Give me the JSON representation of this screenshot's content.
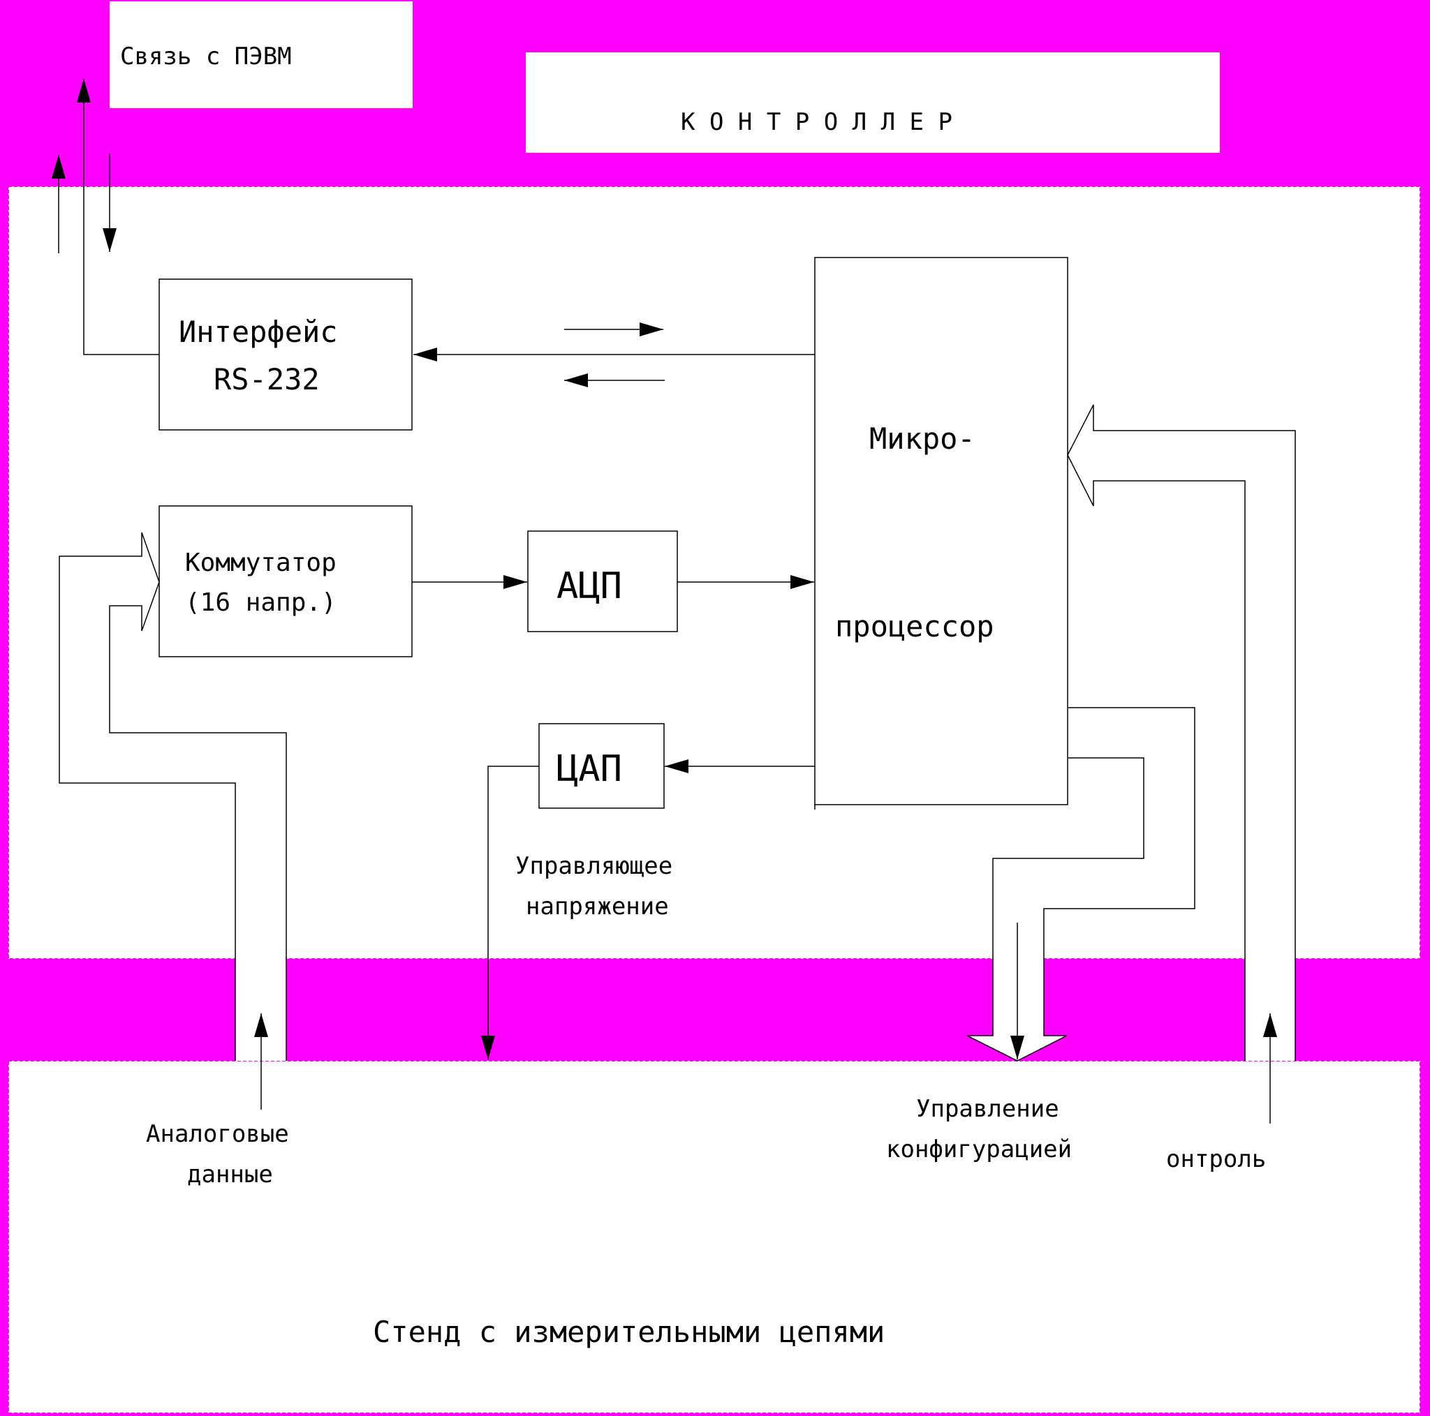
{
  "colors": {
    "background": "#ff00ff",
    "panel": "#ffffff",
    "line": "#000000"
  },
  "labels": {
    "pc_link": "Связь с ПЭВМ",
    "controller_title": "К О Н Т Р О Л Л Е Р",
    "interface_line1": "Интерфейс",
    "interface_line2": "RS-232",
    "commutator_line1": "Коммутатор",
    "commutator_line2": "(16 напр.)",
    "adc": "АЦП",
    "dac": "ЦАП",
    "micro_line1": "Микро-",
    "micro_line2": "процессор",
    "control_voltage_line1": "Управляющее",
    "control_voltage_line2": "напряжение",
    "analog_data_line1": "Аналоговые",
    "analog_data_line2": "данные",
    "config_control_line1": "Управление",
    "config_control_line2": "конфигурацией",
    "control_partial": "онтроль",
    "stand": "Стенд с измерительными цепями"
  }
}
